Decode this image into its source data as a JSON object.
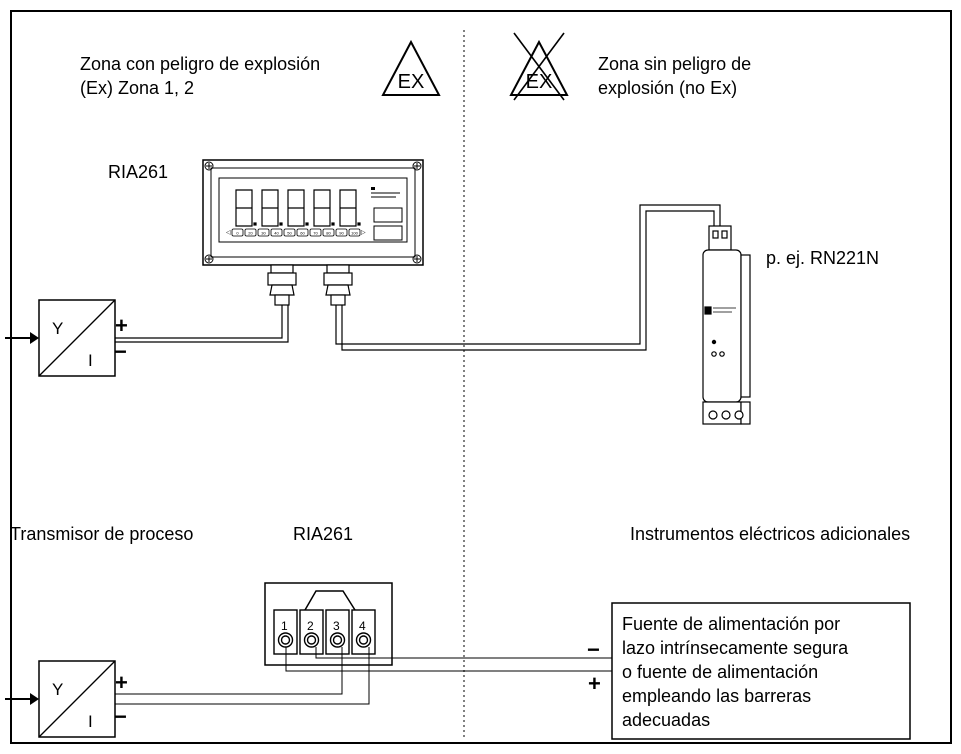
{
  "zones": {
    "ex_line1": "Zona con peligro de explosión",
    "ex_line2": "(Ex) Zona 1, 2",
    "ex_symbol": "EX",
    "nonex_line1": "Zona sin peligro de",
    "nonex_line2": "explosión (no Ex)",
    "nonex_symbol": "EX"
  },
  "top": {
    "device_label": "RIA261",
    "barrier_label": "p. ej. RN221N",
    "display_scale": [
      "0",
      "20",
      "30",
      "40",
      "50",
      "60",
      "70",
      "80",
      "90",
      "100"
    ]
  },
  "transmitter_top": {
    "y": "Y",
    "i": "I",
    "plus": "+",
    "minus": "−"
  },
  "bottom": {
    "transmitter_label": "Transmisor de proceso",
    "device_label": "RIA261",
    "instruments_label": "Instrumentos eléctricos adicionales",
    "terminals": [
      "1",
      "2",
      "3",
      "4"
    ],
    "power_lines": [
      "Fuente de alimentación por",
      "lazo intrínsecamente segura",
      "o fuente de alimentación",
      "empleando las barreras",
      "adecuadas"
    ],
    "power_minus": "−",
    "power_plus": "+"
  },
  "transmitter_bottom": {
    "y": "Y",
    "i": "I",
    "plus": "+",
    "minus": "−"
  }
}
